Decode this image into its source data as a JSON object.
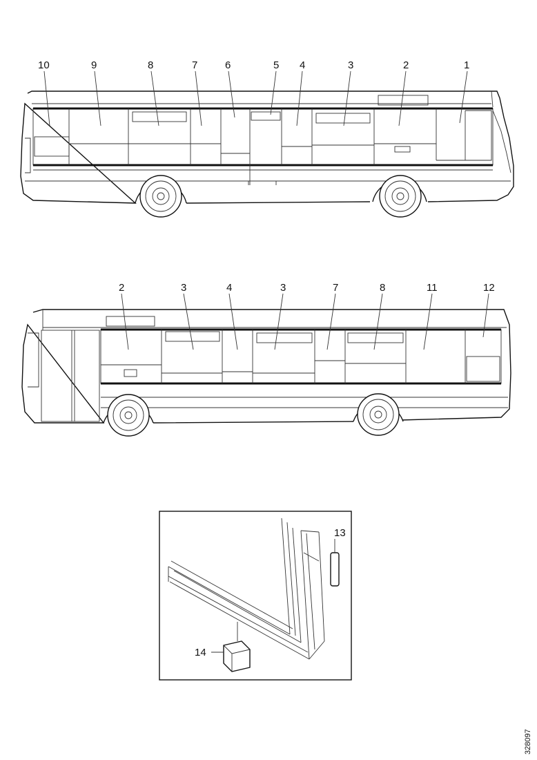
{
  "diagram": {
    "view_top_labels": [
      "10",
      "9",
      "8",
      "7",
      "6",
      "5",
      "4",
      "3",
      "2",
      "1"
    ],
    "view_bottom_labels": [
      "2",
      "3",
      "4",
      "3",
      "7",
      "8",
      "11",
      "12"
    ],
    "detail_labels": [
      "13",
      "14"
    ],
    "drawing_code": "328097"
  }
}
